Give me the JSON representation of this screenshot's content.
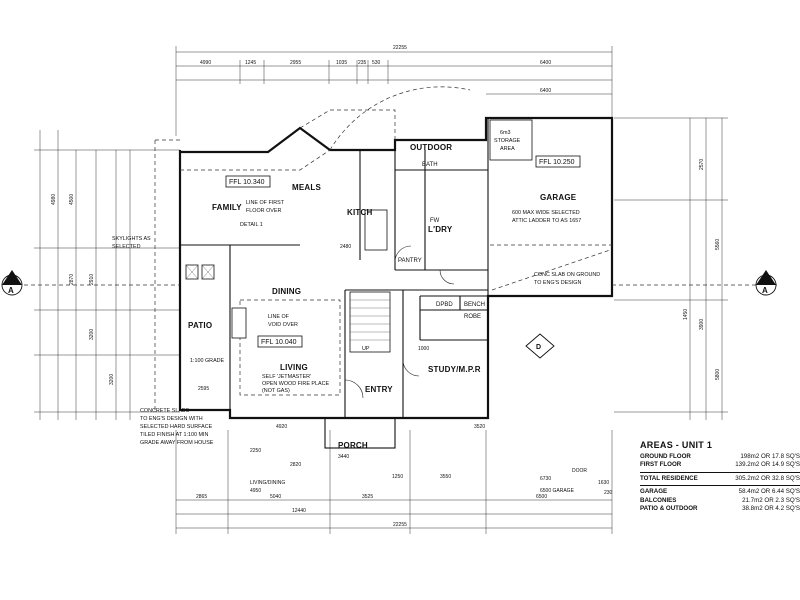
{
  "plan": {
    "rooms": {
      "family": "FAMILY",
      "meals": "MEALS",
      "kitch": "KITCH",
      "dining": "DINING",
      "living": "LIVING",
      "patio": "PATIO",
      "entry": "ENTRY",
      "study": "STUDY/M.P.R",
      "porch": "PORCH",
      "outdoor": "OUTDOOR",
      "garage": "GARAGE",
      "ldry": "L'DRY",
      "bath": "BATH",
      "pantry": "PANTRY",
      "dpbd": "DPBD",
      "bench": "BENCH",
      "robe": "ROBE",
      "fw": "FW"
    },
    "notes": {
      "line_first_floor_1": "LINE OF FIRST",
      "line_first_floor_2": "FLOOR OVER",
      "line_void_1": "LINE OF",
      "line_void_2": "VOID OVER",
      "skylights_1": "SKYLIGHTS AS",
      "skylights_2": "SELECTED",
      "grade": "1:100 GRADE",
      "concrete_1": "CONCRETE SLABS",
      "concrete_2": "TO ENG'S DESIGN WITH",
      "concrete_3": "SELECTED HARD SURFACE",
      "concrete_4": "TILED FINISH AT 1:100 MIN",
      "concrete_5": "GRADE AWAY FROM HOUSE",
      "storage_1": "6m3",
      "storage_2": "STORAGE",
      "storage_3": "AREA",
      "attic_1": "600 MAX WIDE SELECTED",
      "attic_2": "ATTIC LADDER TO AS 1657",
      "conc_slab_1": "CONC SLAB ON GROUND",
      "conc_slab_2": "TO ENG'S DESIGN",
      "fireplace_1": "SELF 'JETMASTER'",
      "fireplace_2": "OPEN WOOD FIRE PLACE",
      "fireplace_3": "(NOT GAS)",
      "detail": "DETAIL 1",
      "living_dining": "LIVING/DINING",
      "door": "DOOR",
      "garage_dim": "6500 GARAGE",
      "up": "UP"
    },
    "ffl": {
      "family": "FFL 10.340",
      "living": "FFL 10.040",
      "garage": "FFL 10.250"
    },
    "section_marker": "A",
    "level_marker": "D",
    "dims_top": [
      "4990",
      "1245",
      "2955",
      "1035",
      "235",
      "530",
      "6400"
    ],
    "dim_overall_top": "22255",
    "dims_bottom": [
      "2865",
      "5040",
      "3525",
      "6500",
      "1630",
      "230"
    ],
    "dim_overall_bottom": "22255",
    "dims_left": [
      "4980",
      "4500",
      "2870",
      "2910",
      "3200",
      "3200"
    ],
    "dims_right": [
      "2570",
      "5560",
      "1450",
      "3900",
      "5800"
    ],
    "dims_misc": [
      "2820",
      "3440",
      "4920",
      "2250",
      "4950",
      "12440",
      "3520",
      "3550",
      "2595",
      "1000",
      "2480",
      "1250"
    ],
    "dim_garage_right": "6730",
    "dim_garage_top": "6400"
  },
  "areas": {
    "title": "AREAS - UNIT 1",
    "rows": [
      {
        "label": "GROUND FLOOR",
        "value": "198m2 OR 17.8 SQ'S"
      },
      {
        "label": "FIRST FLOOR",
        "value": "139.2m2 OR 14.9 SQ'S"
      },
      {
        "label": "TOTAL RESIDENCE",
        "value": "305.2m2 OR 32.8 SQ'S"
      },
      {
        "label": "GARAGE",
        "value": "58.4m2 OR 6.44 SQ'S"
      },
      {
        "label": "BALCONIES",
        "value": "21.7m2 OR 2.3 SQ'S"
      },
      {
        "label": "PATIO & OUTDOOR",
        "value": "38.8m2 OR 4.2 SQ'S"
      }
    ]
  }
}
